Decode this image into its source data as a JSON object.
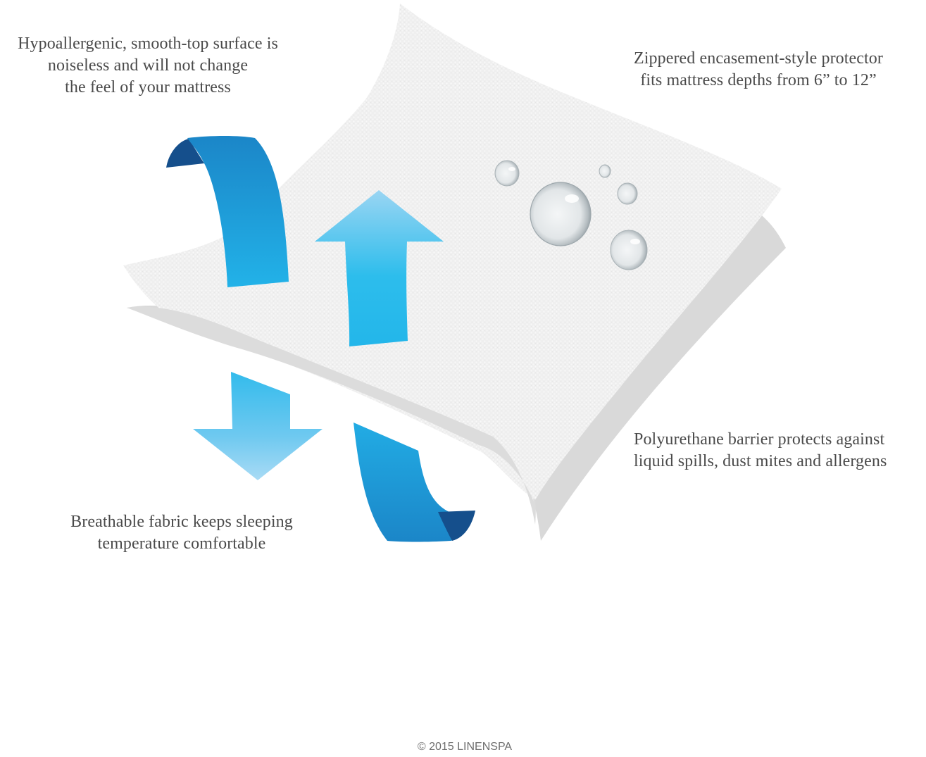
{
  "captions": {
    "hypoallergenic": {
      "line1": "Hypoallergenic, smooth-top surface is",
      "line2": "noiseless and will not change",
      "line3": "the feel of your mattress"
    },
    "zippered": {
      "line1": "Zippered encasement-style protector",
      "line2": "fits mattress depths from 6” to 12”"
    },
    "polyurethane": {
      "line1": "Polyurethane barrier protects against",
      "line2": "liquid spills, dust mites and allergens"
    },
    "breathable": {
      "line1": "Breathable fabric keeps sleeping",
      "line2": "temperature comfortable"
    }
  },
  "footer": {
    "copyright": "© 2015 LINENSPA"
  },
  "illustration": {
    "elements": [
      "fabric-sheet-top",
      "fabric-sheet-bottom",
      "water-droplets",
      "airflow-arrow-up",
      "airflow-arrow-down",
      "curved-ribbon-arrow-top",
      "curved-ribbon-arrow-bottom"
    ],
    "colors": {
      "sheet_top": "#f1f1f1",
      "sheet_bottom": "#d9d9d9",
      "ribbon_blue": "#1e9ad6",
      "ribbon_dark": "#154f8c",
      "arrow_light": "#8fd0f2",
      "arrow_mid": "#2bbcec",
      "text": "#4a4a4a"
    }
  }
}
